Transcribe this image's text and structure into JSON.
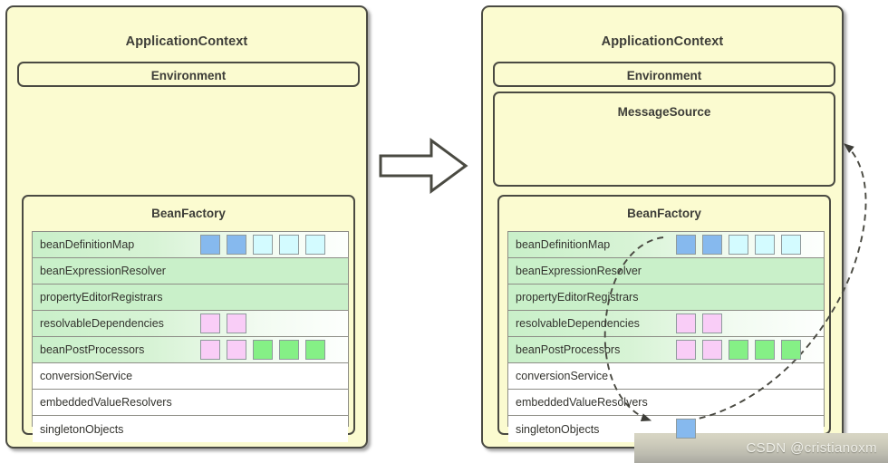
{
  "diagram": {
    "title": "Spring ApplicationContext / BeanFactory structure",
    "panels": [
      {
        "id": "left",
        "context_title": "ApplicationContext",
        "environment_title": "Environment",
        "has_message_source": false,
        "message_source_title": "",
        "bean_factory_title": "BeanFactory",
        "rows": [
          {
            "label": "beanDefinitionMap",
            "tint": "gradient",
            "cells": [
              "blue",
              "blue",
              "cyan",
              "cyan",
              "cyan"
            ]
          },
          {
            "label": "beanExpressionResolver",
            "tint": "solid",
            "cells": []
          },
          {
            "label": "propertyEditorRegistrars",
            "tint": "solid",
            "cells": []
          },
          {
            "label": "resolvableDependencies",
            "tint": "gradient",
            "cells": [
              "pink",
              "pink"
            ]
          },
          {
            "label": "beanPostProcessors",
            "tint": "gradient",
            "cells": [
              "pink",
              "pink",
              "green",
              "green",
              "green"
            ]
          },
          {
            "label": "conversionService",
            "tint": "plain",
            "cells": []
          },
          {
            "label": "embeddedValueResolvers",
            "tint": "plain",
            "cells": []
          },
          {
            "label": "singletonObjects",
            "tint": "plain",
            "cells": []
          }
        ]
      },
      {
        "id": "right",
        "context_title": "ApplicationContext",
        "environment_title": "Environment",
        "has_message_source": true,
        "message_source_title": "MessageSource",
        "bean_factory_title": "BeanFactory",
        "rows": [
          {
            "label": "beanDefinitionMap",
            "tint": "gradient",
            "cells": [
              "blue",
              "blue",
              "cyan",
              "cyan",
              "cyan"
            ]
          },
          {
            "label": "beanExpressionResolver",
            "tint": "solid",
            "cells": []
          },
          {
            "label": "propertyEditorRegistrars",
            "tint": "solid",
            "cells": []
          },
          {
            "label": "resolvableDependencies",
            "tint": "gradient",
            "cells": [
              "pink",
              "pink"
            ]
          },
          {
            "label": "beanPostProcessors",
            "tint": "gradient",
            "cells": [
              "pink",
              "pink",
              "green",
              "green",
              "green"
            ]
          },
          {
            "label": "conversionService",
            "tint": "plain",
            "cells": []
          },
          {
            "label": "embeddedValueResolvers",
            "tint": "plain",
            "cells": []
          },
          {
            "label": "singletonObjects",
            "tint": "plain",
            "cells": [
              "blue"
            ]
          }
        ]
      }
    ],
    "transition_arrow": "right-block-arrow",
    "flows": [
      {
        "name": "definition-to-singleton",
        "from": "beanDefinitionMap",
        "to": "singletonObjects",
        "style": "dashed",
        "arrowhead": true
      },
      {
        "name": "singleton-to-messagesource",
        "from": "singletonObjects",
        "to": "MessageSource",
        "style": "dashed",
        "arrowhead": true
      }
    ]
  },
  "watermark": {
    "text": "CSDN @cristianoxm"
  },
  "colors": {
    "panel_bg": "#fbfbd0",
    "border": "#4a4a42",
    "row_green": "#c9f0c9",
    "cell_blue": "#86b9ee",
    "cell_cyan": "#d3fbff",
    "cell_pink": "#f9cdf7",
    "cell_green": "#85f086"
  }
}
